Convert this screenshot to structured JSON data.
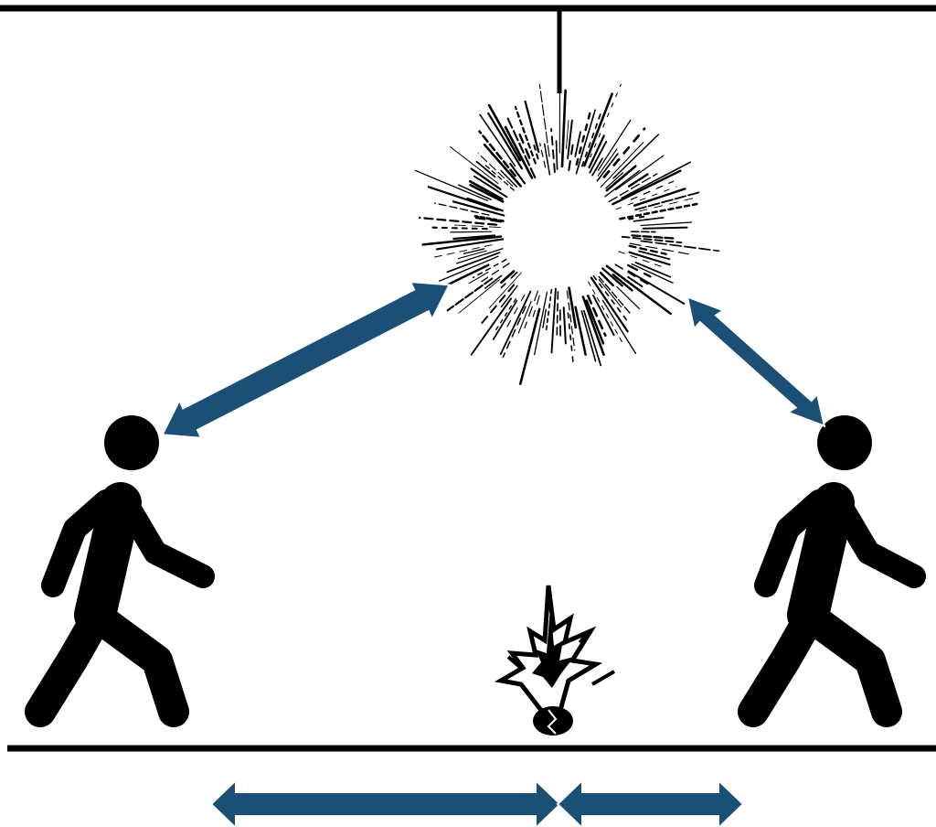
{
  "colors": {
    "line": "#000000",
    "arrow": "#1b4f75",
    "arrow_outline": "#ffffff",
    "background": "#ffffff"
  },
  "icons": {
    "ceiling": "ceiling-line",
    "floor": "floor-line",
    "light": "starburst-flash-icon",
    "walker_left": "walking-person-icon",
    "walker_right": "walking-person-icon",
    "event": "explosion-icon"
  },
  "arrows": [
    "arrow-left-observer-to-flash",
    "arrow-right-observer-to-flash",
    "arrow-ground-left-span",
    "arrow-ground-right-span"
  ]
}
